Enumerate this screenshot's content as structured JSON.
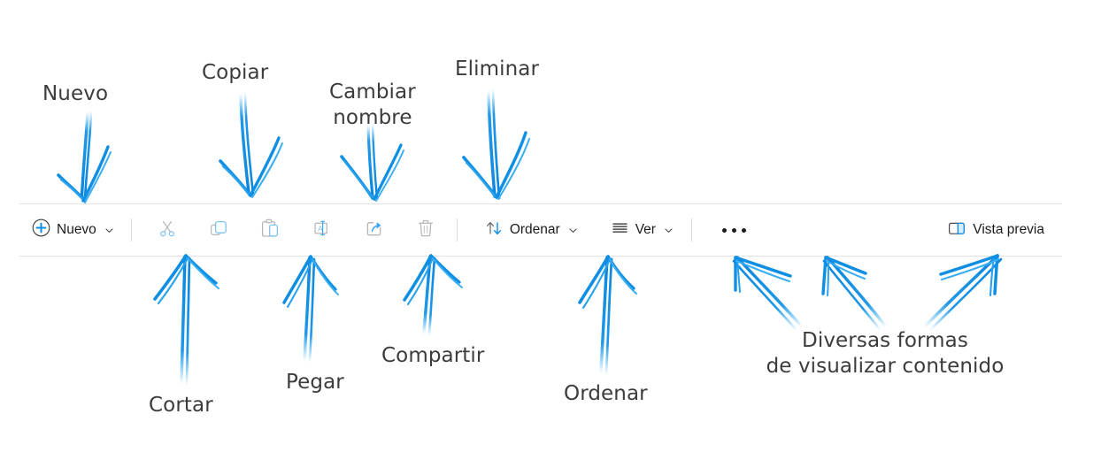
{
  "theme": {
    "accent": "#0c8ce9",
    "accent_dark": "#0a84d8",
    "icon_gray": "#9b9b9b",
    "icon_gray_light": "#b9d9f2",
    "text": "#1b1b1b",
    "anno_text": "#3c3c3c",
    "rule": "#e3e3e3",
    "separator": "#dadada"
  },
  "toolbar": {
    "new_button": {
      "label": "Nuevo",
      "icon": "circle-plus-icon",
      "has_dropdown": true
    },
    "actions": [
      {
        "id": "cut",
        "icon": "scissors-icon",
        "tooltip": "Cortar"
      },
      {
        "id": "copy",
        "icon": "copy-icon",
        "tooltip": "Copiar"
      },
      {
        "id": "paste",
        "icon": "paste-icon",
        "tooltip": "Pegar"
      },
      {
        "id": "rename",
        "icon": "rename-icon",
        "tooltip": "Cambiar nombre"
      },
      {
        "id": "share",
        "icon": "share-icon",
        "tooltip": "Compartir"
      },
      {
        "id": "delete",
        "icon": "trash-icon",
        "tooltip": "Eliminar"
      }
    ],
    "sort_button": {
      "label": "Ordenar",
      "icon": "sort-arrows-icon",
      "has_dropdown": true
    },
    "view_button": {
      "label": "Ver",
      "icon": "view-lines-icon",
      "has_dropdown": true
    },
    "more_button": {
      "label": "",
      "icon": "ellipsis-icon"
    },
    "preview_button": {
      "label": "Vista previa",
      "icon": "split-pane-icon"
    }
  },
  "annotations": {
    "above": [
      {
        "id": "nuevo",
        "text": "Nuevo"
      },
      {
        "id": "copiar",
        "text": "Copiar"
      },
      {
        "id": "cambiar",
        "text": "Cambiar\nnombre"
      },
      {
        "id": "eliminar",
        "text": "Eliminar"
      }
    ],
    "below": [
      {
        "id": "cortar",
        "text": "Cortar"
      },
      {
        "id": "pegar",
        "text": "Pegar"
      },
      {
        "id": "compartir",
        "text": "Compartir"
      },
      {
        "id": "ordenar",
        "text": "Ordenar"
      },
      {
        "id": "diversas",
        "text": "Diversas formas\nde visualizar contenido"
      }
    ]
  }
}
